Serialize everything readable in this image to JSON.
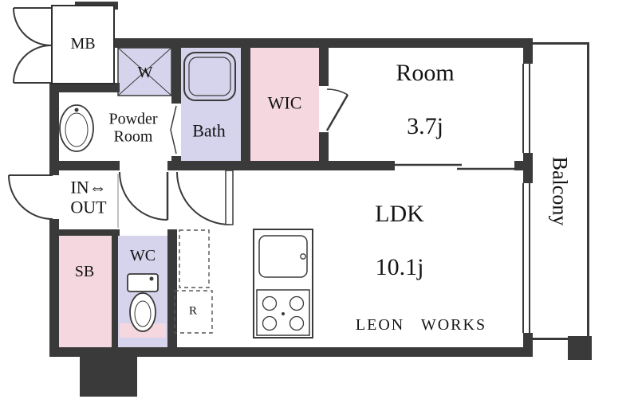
{
  "floorplan": {
    "colors": {
      "wall": "#3a3a3a",
      "lavender": "#d5d4ec",
      "pink": "#f5d7e0",
      "background": "#ffffff"
    },
    "rooms": {
      "mb": {
        "label": "MB"
      },
      "washer": {
        "label": "W"
      },
      "powder_room": {
        "label": "Powder\nRoom"
      },
      "bath": {
        "label": "Bath"
      },
      "wic": {
        "label": "WIC"
      },
      "room": {
        "label": "Room",
        "size": "3.7j"
      },
      "balcony": {
        "label": "Balcony"
      },
      "entrance": {
        "label": "IN⇔\nOUT"
      },
      "sb": {
        "label": "SB"
      },
      "wc": {
        "label": "WC"
      },
      "ldk": {
        "label": "LDK",
        "size": "10.1j"
      },
      "fridge": {
        "label": "R"
      }
    },
    "brand": {
      "label": "LEON WORKS"
    }
  }
}
